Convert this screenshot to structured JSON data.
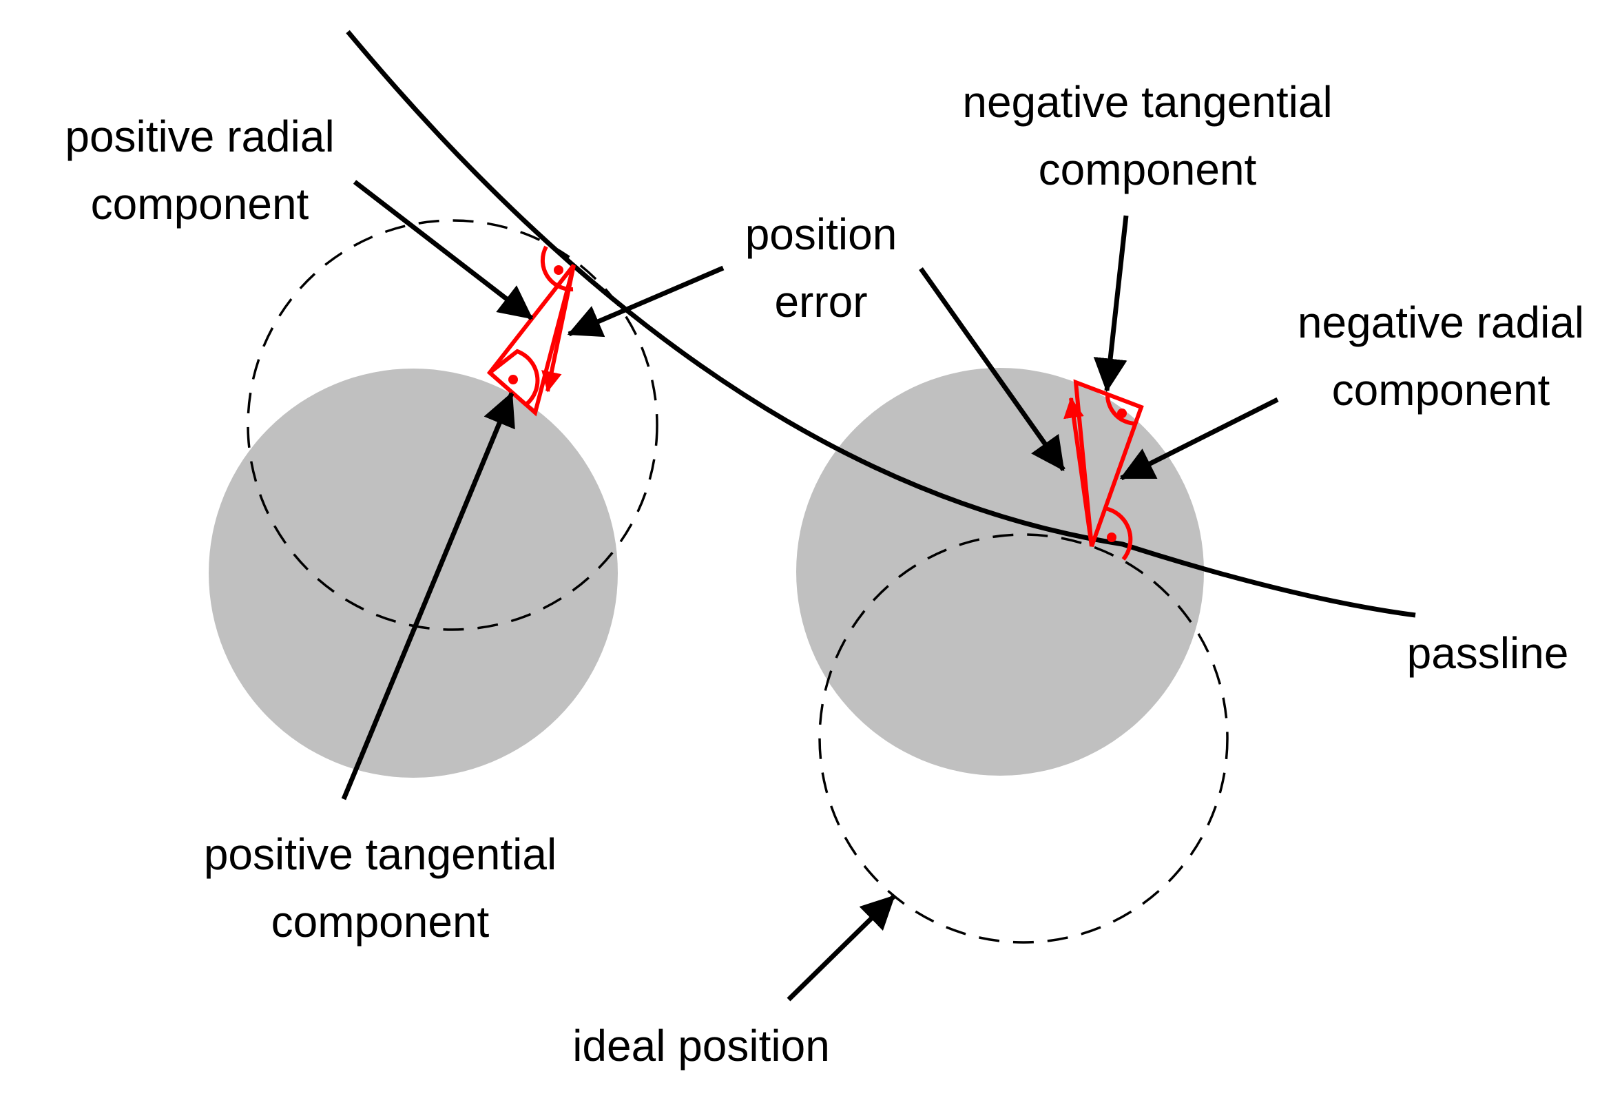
{
  "labels": {
    "positive_radial": [
      "positive radial",
      "component"
    ],
    "position_error": [
      "position",
      "error"
    ],
    "negative_tangential": [
      "negative tangential",
      "component"
    ],
    "negative_radial": [
      "negative radial",
      "component"
    ],
    "passline": "passline",
    "positive_tangential": [
      "positive tangential",
      "component"
    ],
    "ideal_position": "ideal position"
  },
  "colors": {
    "roll_fill": "#c0c0c0",
    "accent": "#ff0000",
    "line": "#000000"
  }
}
